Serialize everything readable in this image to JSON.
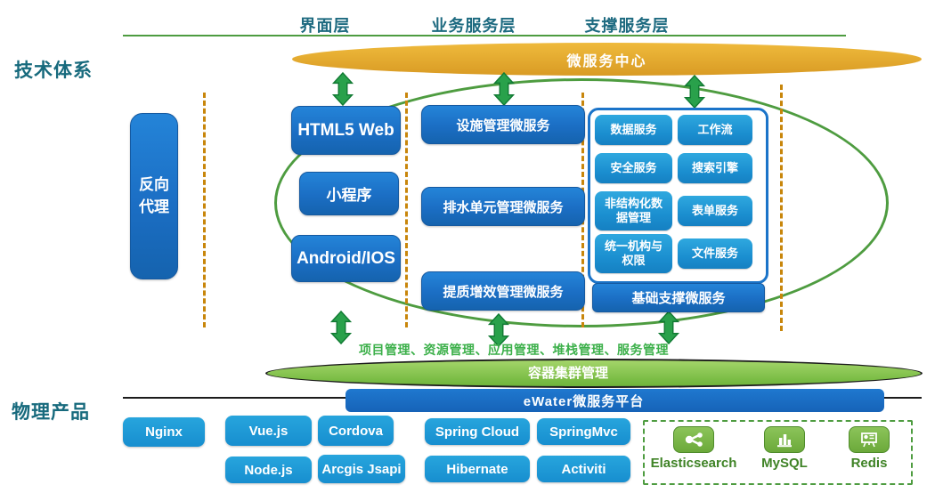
{
  "layers": {
    "interface": "界面层",
    "business": "业务服务层",
    "support": "支撑服务层"
  },
  "sections": {
    "tech_system": "技术体系",
    "physical_product": "物理产品"
  },
  "microservice_center": "微服务中心",
  "reverse_proxy": {
    "line1": "反向",
    "line2": "代理"
  },
  "interface_boxes": [
    "HTML5 Web",
    "小程序",
    "Android/IOS"
  ],
  "business_boxes": [
    "设施管理微服务",
    "排水单元管理微服务",
    "提质增效管理微服务"
  ],
  "support_boxes": [
    "数据服务",
    "工作流",
    "安全服务",
    "搜索引擎",
    "非结构化数据管理",
    "表单服务",
    "统一机构与权限",
    "文件服务"
  ],
  "base_support": "基础支撑微服务",
  "container_caption": "项目管理、资源管理、应用管理、堆栈管理、服务管理",
  "container_cluster": "容器集群管理",
  "platform_bar": "eWater微服务平台",
  "products_row1": [
    "Nginx",
    "Vue.js",
    "Cordova",
    "Spring Cloud",
    "SpringMvc"
  ],
  "products_row2": [
    "Node.js",
    "Arcgis Jsapi",
    "Hibernate",
    "Activiti"
  ],
  "data_products": [
    {
      "name": "Elasticsearch",
      "icon": "cluster-icon"
    },
    {
      "name": "MySQL",
      "icon": "bar-chart-icon"
    },
    {
      "name": "Redis",
      "icon": "whiteboard-icon"
    }
  ],
  "colors": {
    "primary_blue": "#1B6EC4",
    "light_blue": "#1B8FD0",
    "teal_heading": "#176A7D",
    "orange_ellipse": "#E2A52E",
    "outline_green": "#4E9C40",
    "bright_green_text": "#3CB04A",
    "dashed_guide_orange": "#C8860B",
    "icon_green": "#6BA93A"
  }
}
